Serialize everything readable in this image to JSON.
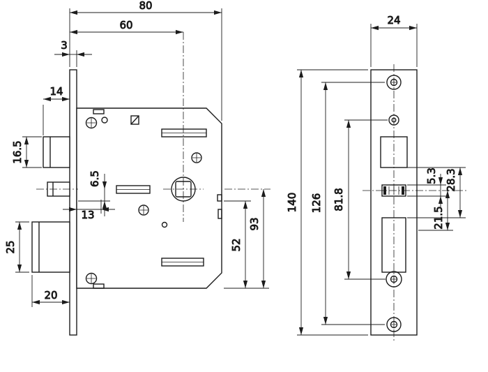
{
  "drawing": {
    "type": "mortise-lock-dimension-drawing",
    "line_color": "#1c1c1c",
    "background": "#ffffff"
  },
  "dims": {
    "d80": "80",
    "d60": "60",
    "d3": "3",
    "d14": "14",
    "d16_5": "16.5",
    "d6_5": "6.5",
    "d13": "13",
    "d25": "25",
    "d20": "20",
    "d52": "52",
    "d93": "93",
    "d24": "24",
    "d140": "140",
    "d126": "126",
    "d81_8": "81.8",
    "d5_3": "5.3",
    "d28_3": "28.3",
    "d21_5": "21.5"
  }
}
